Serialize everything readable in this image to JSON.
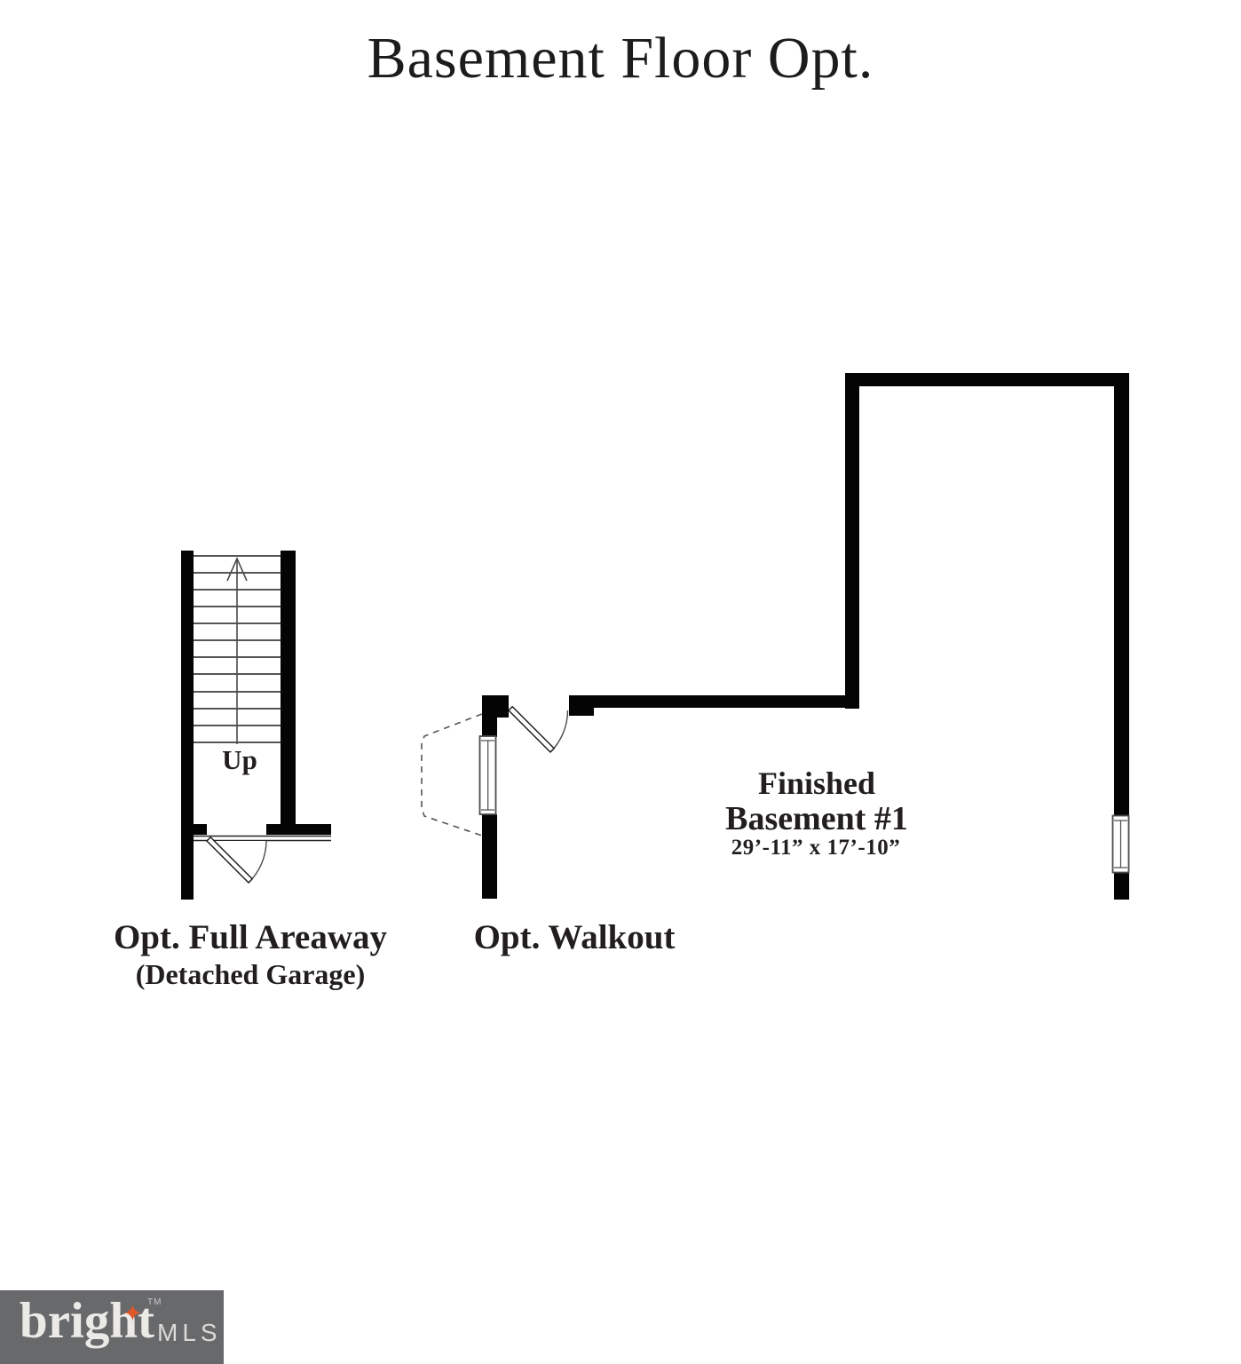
{
  "title": "Basement Floor Opt.",
  "stairs": {
    "up_label": "Up"
  },
  "labels": {
    "areaway_title": "Opt. Full Areaway",
    "areaway_sub": "(Detached Garage)",
    "walkout": "Opt. Walkout"
  },
  "room": {
    "name_line1": "Finished",
    "name_line2": "Basement #1",
    "dimensions": "29’-11” x 17’-10”"
  },
  "footer": {
    "brand": "bright",
    "tm": "TM",
    "suffix": "MLS",
    "star_icon": "✦"
  },
  "colors": {
    "wall": "#040404",
    "text": "#221e1f",
    "footer_bar": "#68696b",
    "star": "#e0582a",
    "logo_text": "#eceae7"
  }
}
